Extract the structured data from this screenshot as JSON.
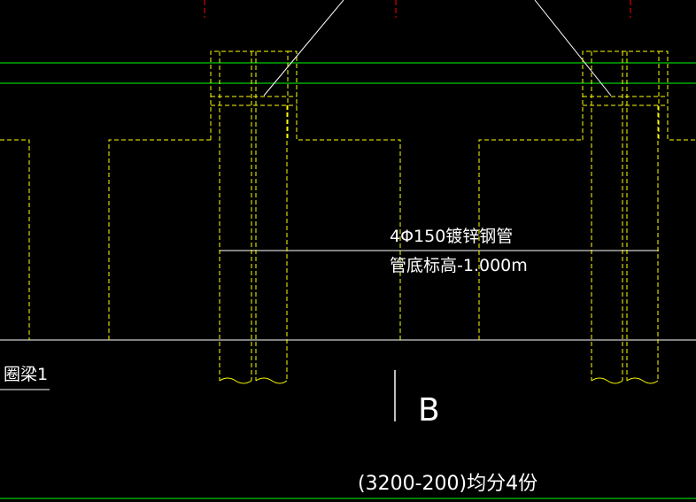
{
  "colors": {
    "background": "#000000",
    "green_lines": "#00ff00",
    "yellow_dashed": "#ffff00",
    "white_lines": "#ffffff",
    "red_marks": "#ff0000"
  },
  "labels": {
    "pipe_spec": "4Φ150镀锌钢管",
    "pipe_elevation": "管底标高-1.000m",
    "beam_label": "圈梁1",
    "axis_label": "B",
    "division_note": "(3200-200)均分4份"
  }
}
